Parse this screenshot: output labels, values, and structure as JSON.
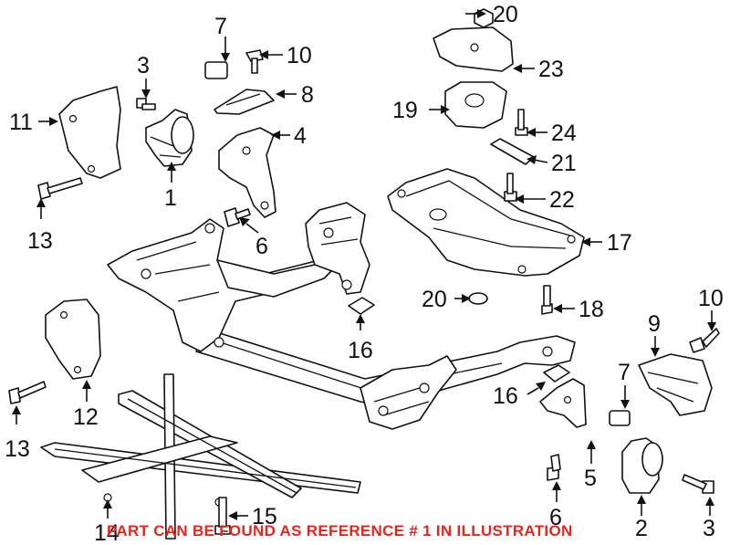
{
  "diagram": {
    "callouts": {
      "c1": "1",
      "c2": "2",
      "c3a": "3",
      "c3b": "3",
      "c4": "4",
      "c6a": "6",
      "c6b": "6",
      "c7a": "7",
      "c7b": "7",
      "c8": "8",
      "c9": "9",
      "c10a": "10",
      "c10b": "10",
      "c11": "11",
      "c12": "12",
      "c13a": "13",
      "c13b": "13",
      "c14": "14",
      "c15": "15",
      "c16a": "16",
      "c16b": "16",
      "c17": "17",
      "c18": "18",
      "c19": "19",
      "c20a": "20",
      "c20b": "20",
      "c21": "21",
      "c22": "22",
      "c23": "23",
      "c24": "24",
      "c5": "5"
    },
    "note": "PART CAN BE FOUND AS REFERENCE # 1 IN ILLUSTRATION",
    "colors": {
      "line": "#111111",
      "note": "#e8241c",
      "background": "#ffffff"
    }
  }
}
